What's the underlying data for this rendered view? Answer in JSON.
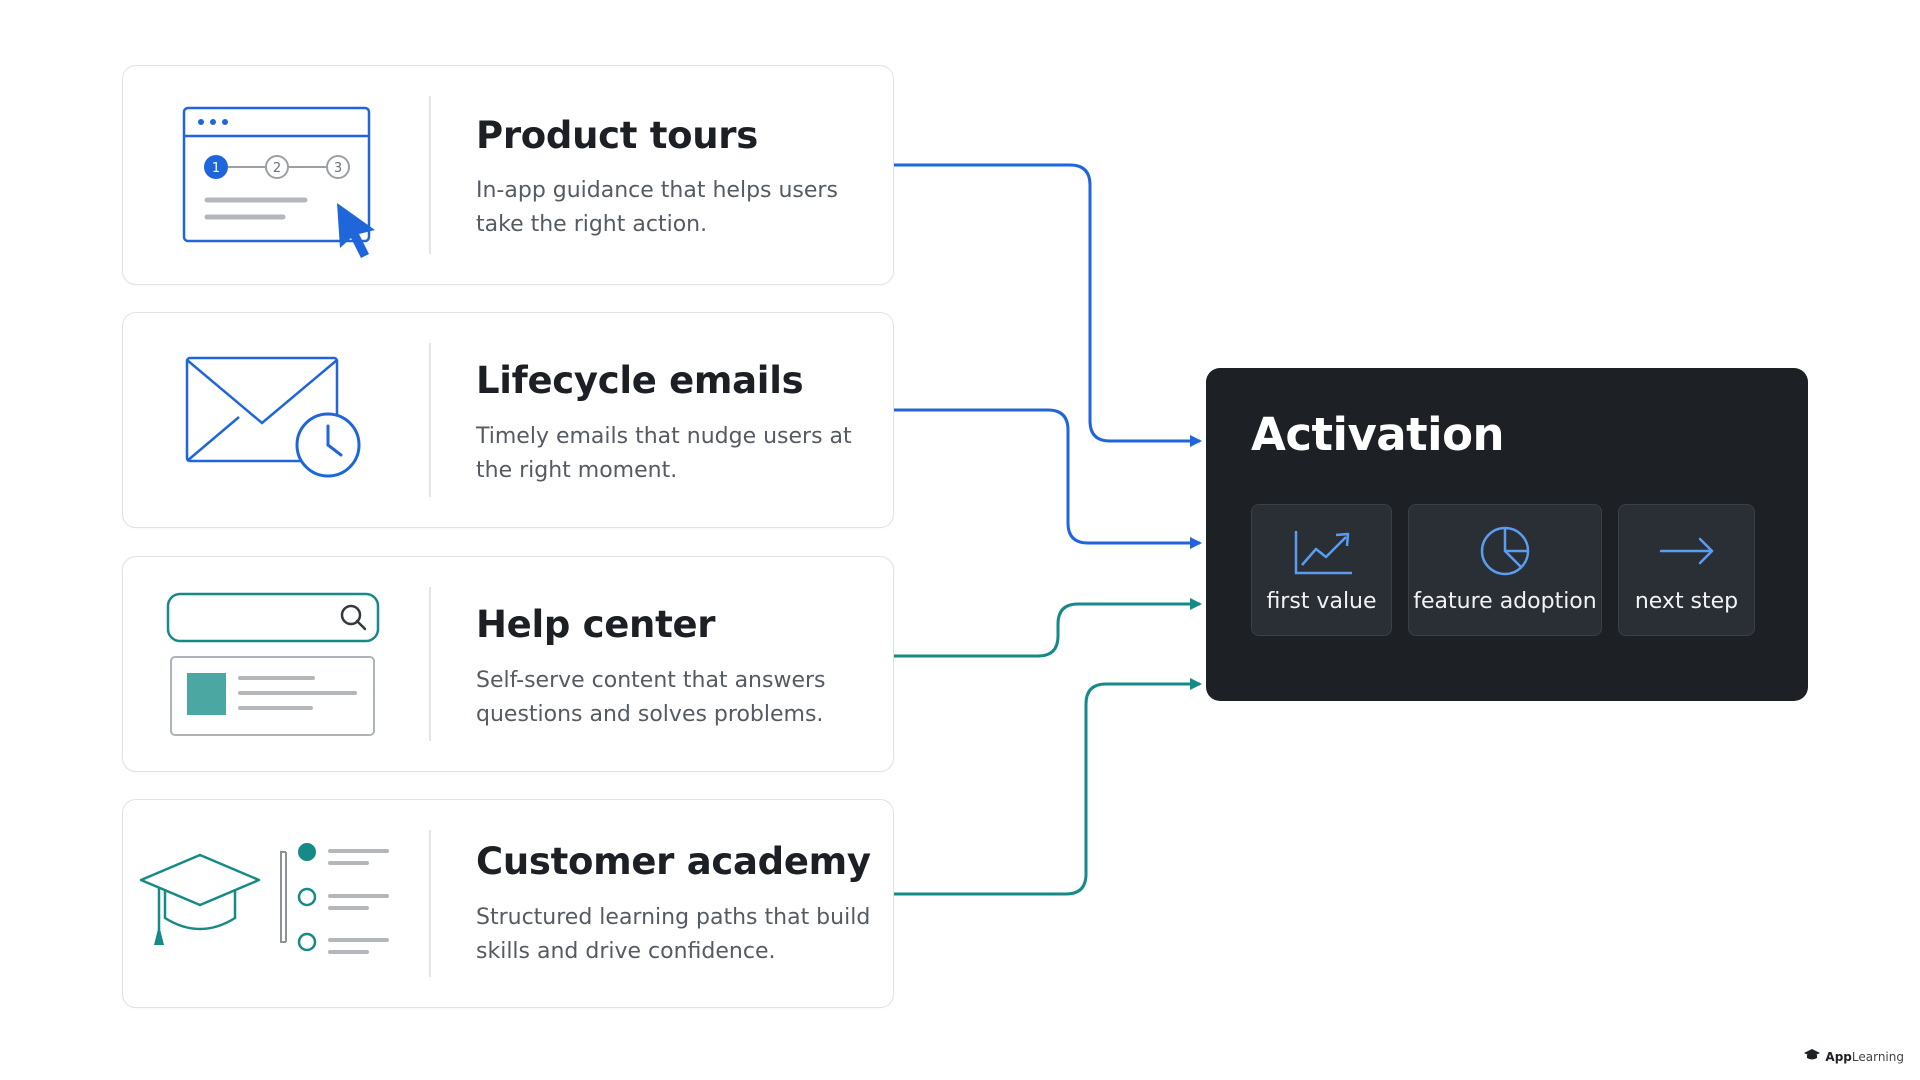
{
  "cards": [
    {
      "title": "Product tours",
      "description": "In-app guidance that helps users take the right action.",
      "icon": "product-tour-icon",
      "steps": [
        "1",
        "2",
        "3"
      ]
    },
    {
      "title": "Lifecycle emails",
      "description": "Timely emails that nudge users at the right moment.",
      "icon": "email-clock-icon"
    },
    {
      "title": "Help center",
      "description": "Self-serve content that answers questions and solves problems.",
      "icon": "search-article-icon"
    },
    {
      "title": "Customer academy",
      "description": "Structured learning paths that build skills and drive confidence.",
      "icon": "graduation-path-icon"
    }
  ],
  "activation": {
    "title": "Activation",
    "metrics": [
      {
        "label": "first value",
        "icon": "trend-line-icon"
      },
      {
        "label": "feature adoption",
        "icon": "pie-chart-icon"
      },
      {
        "label": "next step",
        "icon": "arrow-right-icon"
      }
    ]
  },
  "brand": {
    "name": "App",
    "suffix": "Learning"
  },
  "colors": {
    "blue": "#1f66db",
    "teal": "#158a87",
    "dark": "#1d2025",
    "metric_icon": "#5b9cf0"
  }
}
